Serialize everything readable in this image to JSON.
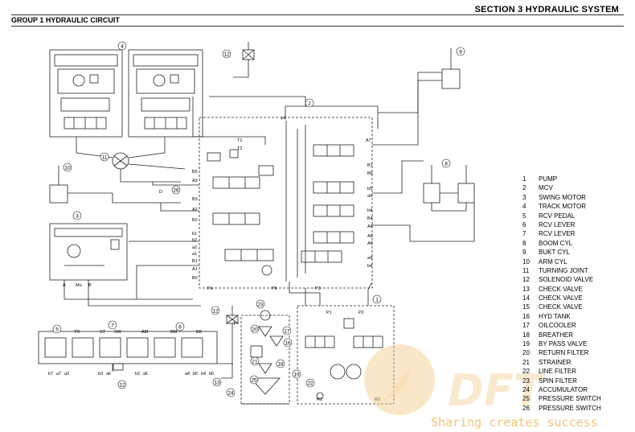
{
  "header": {
    "section_title": "SECTION 3  HYDRAULIC SYSTEM",
    "group_title": "GROUP 1  HYDRAULIC CIRCUIT"
  },
  "legend": [
    {
      "num": "1",
      "label": "PUMP"
    },
    {
      "num": "2",
      "label": "MCV"
    },
    {
      "num": "3",
      "label": "SWING MOTOR"
    },
    {
      "num": "4",
      "label": "TRACK MOTOR"
    },
    {
      "num": "5",
      "label": "RCV PEDAL"
    },
    {
      "num": "6",
      "label": "RCV LEVER"
    },
    {
      "num": "7",
      "label": "RCV LEVER"
    },
    {
      "num": "8",
      "label": "BOOM CYL"
    },
    {
      "num": "9",
      "label": "BUKT CYL"
    },
    {
      "num": "10",
      "label": "ARM CYL"
    },
    {
      "num": "11",
      "label": "TURNING JOINT"
    },
    {
      "num": "12",
      "label": "SOLENOID VALVE"
    },
    {
      "num": "13",
      "label": "CHECK VALVE"
    },
    {
      "num": "14",
      "label": "CHECK VALVE"
    },
    {
      "num": "15",
      "label": "CHECK VALVE"
    },
    {
      "num": "16",
      "label": "HYD TANK"
    },
    {
      "num": "17",
      "label": "OILCOOLER"
    },
    {
      "num": "18",
      "label": "BREATHER"
    },
    {
      "num": "19",
      "label": "BY PASS VALVE"
    },
    {
      "num": "20",
      "label": "RETURN FILTER"
    },
    {
      "num": "21",
      "label": "STRAINER"
    },
    {
      "num": "22",
      "label": "LINE FILTER"
    },
    {
      "num": "23",
      "label": "SPIN FILTER"
    },
    {
      "num": "24",
      "label": "ACCUMULATOR"
    },
    {
      "num": "25",
      "label": "PRESSURE SWITCH"
    },
    {
      "num": "26",
      "label": "PRESSURE SWITCH"
    }
  ],
  "callouts": {
    "c1": "1",
    "c2": "2",
    "c3": "3",
    "c4": "4",
    "c5": "5",
    "c6": "6",
    "c7": "7",
    "c8": "8",
    "c9": "9",
    "c10": "10",
    "c11": "11",
    "c12a": "12",
    "c12b": "12",
    "c12c": "12",
    "c13": "13",
    "c16": "16",
    "c17": "17",
    "c18": "18",
    "c19": "19",
    "c20": "20",
    "c21": "21",
    "c22": "22",
    "c23": "23",
    "c24": "24",
    "c25": "25",
    "c26": "26"
  },
  "mcv_ports": {
    "left": [
      "B5",
      "A3",
      "B3",
      "A2",
      "B2",
      "b1",
      "b2",
      "a2",
      "a1",
      "B1",
      "A1",
      "B0"
    ],
    "right": [
      "A7",
      "B7",
      "B6",
      "b5",
      "a5",
      "b4",
      "B4",
      "A4",
      "A5",
      "A6",
      "a4",
      "b4"
    ]
  },
  "rcv_ports": {
    "labels": [
      "TR",
      "ST",
      "SW",
      "AM",
      "BM",
      "BK"
    ],
    "bottom": [
      "b7",
      "a7",
      "a3",
      "b3",
      "a6",
      "b2",
      "a5",
      "a4",
      "b5",
      "b4",
      "b6"
    ]
  },
  "misc_labels": {
    "pa": "Pa",
    "pb": "Pb",
    "p3": "P3",
    "p1": "P1",
    "p2": "P2",
    "r1": "R1",
    "r2": "R2",
    "a": "A",
    "b": "B",
    "mu": "Mu",
    "d": "D",
    "t1": "T1",
    "t2": "T2",
    "p1b": "p1",
    "t": "T"
  },
  "watermark": {
    "logo": "DFT",
    "tagline": "Sharing creates success",
    "color": "#f2b866"
  }
}
